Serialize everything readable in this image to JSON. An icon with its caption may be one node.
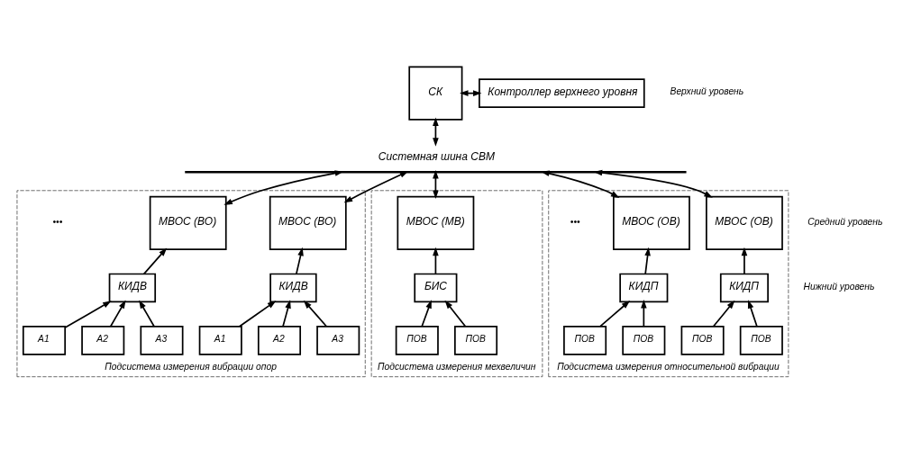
{
  "diagram": {
    "nodes": [
      {
        "text": [
          "СК"
        ]
      },
      {
        "text": [
          "Контроллер верхнего уровня"
        ]
      },
      {
        "text": [
          "Системная шина СВМ"
        ]
      },
      {
        "text": [
          "Подсистема измерения вибрации опор"
        ]
      },
      {
        "text": [
          "МВОС (ВО)"
        ],
        "in": 3
      },
      {
        "text": [
          "МВОС (ВО)"
        ],
        "in": 3
      },
      {
        "text": [
          "КИДВ"
        ],
        "in": 3
      },
      {
        "text": [
          "КИДВ"
        ],
        "in": 3
      },
      {
        "text": [
          "А1"
        ],
        "in": 3
      },
      {
        "text": [
          "А2"
        ],
        "in": 3
      },
      {
        "text": [
          "А3"
        ],
        "in": 3
      },
      {
        "text": [
          "А1"
        ],
        "in": 3
      },
      {
        "text": [
          "А2"
        ],
        "in": 3
      },
      {
        "text": [
          "А3"
        ],
        "in": 3
      },
      {
        "text": [
          "Подсистема измерения мехвеличин"
        ]
      },
      {
        "text": [
          "МВОС (МВ)"
        ],
        "in": 14
      },
      {
        "text": [
          "БИС"
        ],
        "in": 14
      },
      {
        "text": [
          "ПОВ"
        ],
        "in": 14
      },
      {
        "text": [
          "ПОВ"
        ],
        "in": 14
      },
      {
        "text": [
          "Подсистема измерения относительной вибрации"
        ]
      },
      {
        "text": [
          "МВОС (ОВ)"
        ],
        "in": 19
      },
      {
        "text": [
          "МВОС (ОВ)"
        ],
        "in": 19
      },
      {
        "text": [
          "КИДП"
        ],
        "in": 19
      },
      {
        "text": [
          "КИДП"
        ],
        "in": 19
      },
      {
        "text": [
          "ПОВ"
        ],
        "in": 19
      },
      {
        "text": [
          "ПОВ"
        ],
        "in": 19
      },
      {
        "text": [
          "ПОВ"
        ],
        "in": 19
      },
      {
        "text": [
          "ПОВ"
        ],
        "in": 19
      }
    ],
    "edges": [
      {
        "from": 1,
        "to": 0,
        "arrow": "both"
      },
      {
        "from": 2,
        "to": 0,
        "arrow": "both"
      },
      {
        "from": 4,
        "to": 2,
        "arrow": "both"
      },
      {
        "from": 5,
        "to": 2,
        "arrow": "both"
      },
      {
        "from": 15,
        "to": 2,
        "arrow": "both"
      },
      {
        "from": 20,
        "to": 2,
        "arrow": "both"
      },
      {
        "from": 21,
        "to": 2,
        "arrow": "both"
      },
      {
        "from": 6,
        "to": 4,
        "arrow": "to"
      },
      {
        "from": 7,
        "to": 5,
        "arrow": "to"
      },
      {
        "from": 16,
        "to": 15,
        "arrow": "to"
      },
      {
        "from": 22,
        "to": 20,
        "arrow": "to"
      },
      {
        "from": 23,
        "to": 21,
        "arrow": "to"
      },
      {
        "from": 8,
        "to": 6,
        "arrow": "to"
      },
      {
        "from": 9,
        "to": 6,
        "arrow": "to"
      },
      {
        "from": 10,
        "to": 6,
        "arrow": "to"
      },
      {
        "from": 11,
        "to": 7,
        "arrow": "to"
      },
      {
        "from": 12,
        "to": 7,
        "arrow": "to"
      },
      {
        "from": 13,
        "to": 7,
        "arrow": "to"
      },
      {
        "from": 17,
        "to": 16,
        "arrow": "to"
      },
      {
        "from": 18,
        "to": 16,
        "arrow": "to"
      },
      {
        "from": 24,
        "to": 22,
        "arrow": "to"
      },
      {
        "from": 25,
        "to": 22,
        "arrow": "to"
      },
      {
        "from": 26,
        "to": 23,
        "arrow": "to"
      },
      {
        "from": 27,
        "to": 23,
        "arrow": "to"
      }
    ],
    "labels": [
      "Верхний уровень",
      "Средний уровень",
      "•••",
      "•••",
      "Нижний уровень"
    ]
  }
}
